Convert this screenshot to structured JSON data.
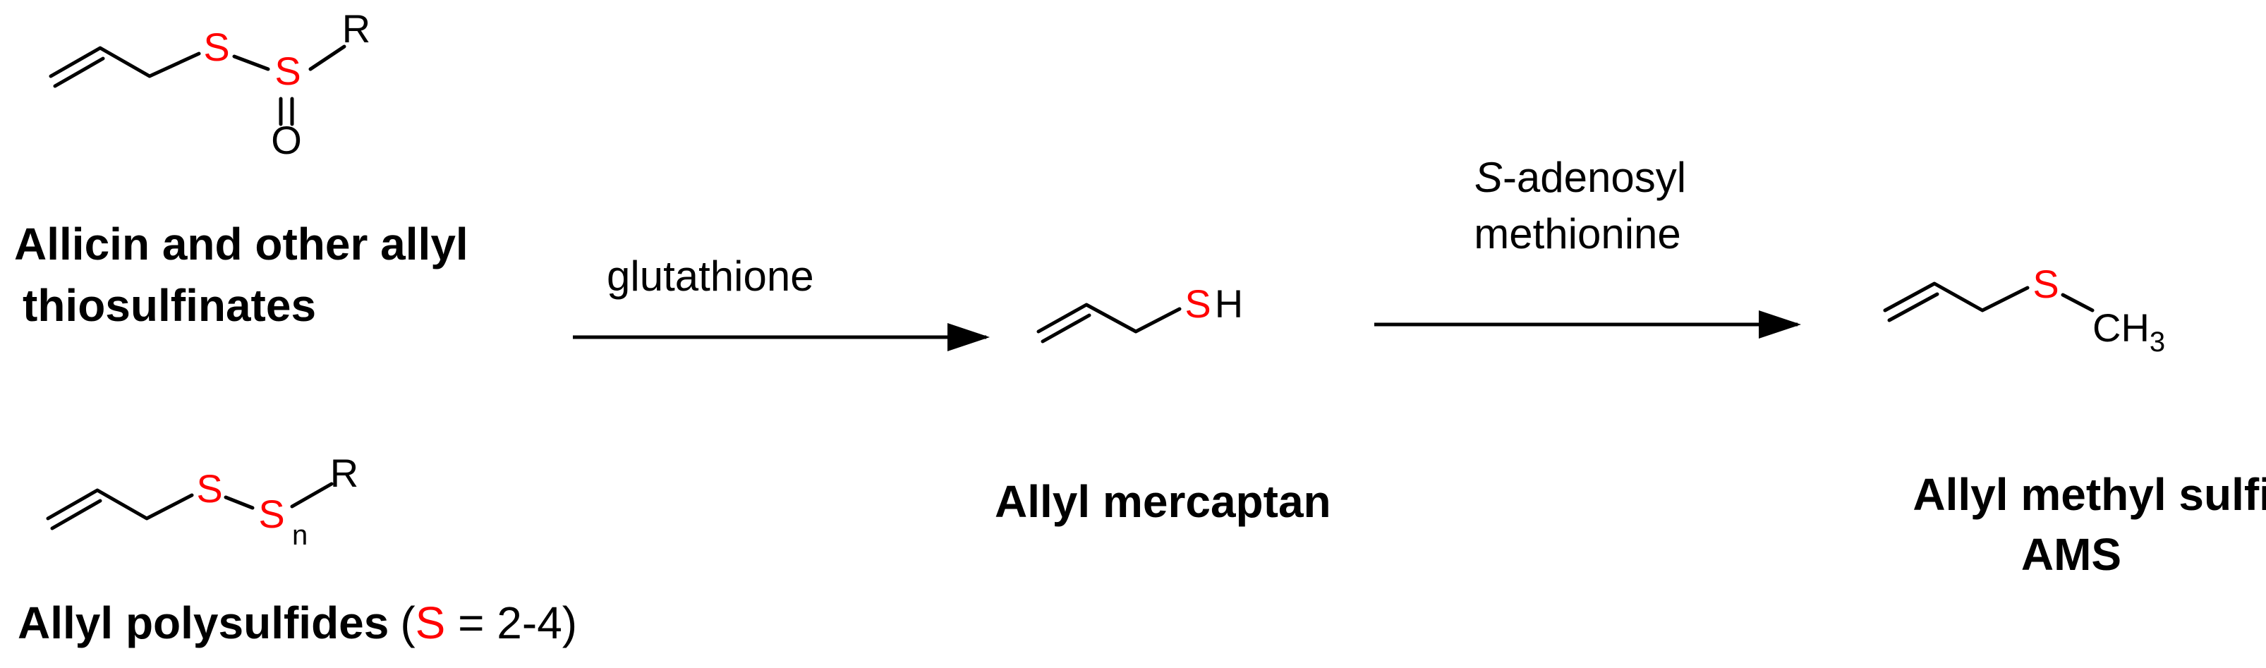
{
  "colors": {
    "sulfur": "#ff0000",
    "ink": "#000000"
  },
  "atoms": {
    "S": "S",
    "R": "R",
    "O": "O",
    "H": "H",
    "CH": "CH",
    "three": "3",
    "n": "n"
  },
  "labels": {
    "allicin_line1": "Allicin and other allyl",
    "allicin_line2": "thiosulfinates",
    "polysulfides_name": "Allyl polysulfides",
    "polysulfides_open": "(",
    "polysulfides_S": "S",
    "polysulfides_rest": " = 2-4)",
    "mercaptan": "Allyl mercaptan",
    "ams_line1": "Allyl methyl sulfide",
    "ams_line2": "AMS"
  },
  "reagents": {
    "step1": "glutathione",
    "step2_italic": "S",
    "step2_line1_rest": "-adenosyl",
    "step2_line2": "methionine"
  }
}
